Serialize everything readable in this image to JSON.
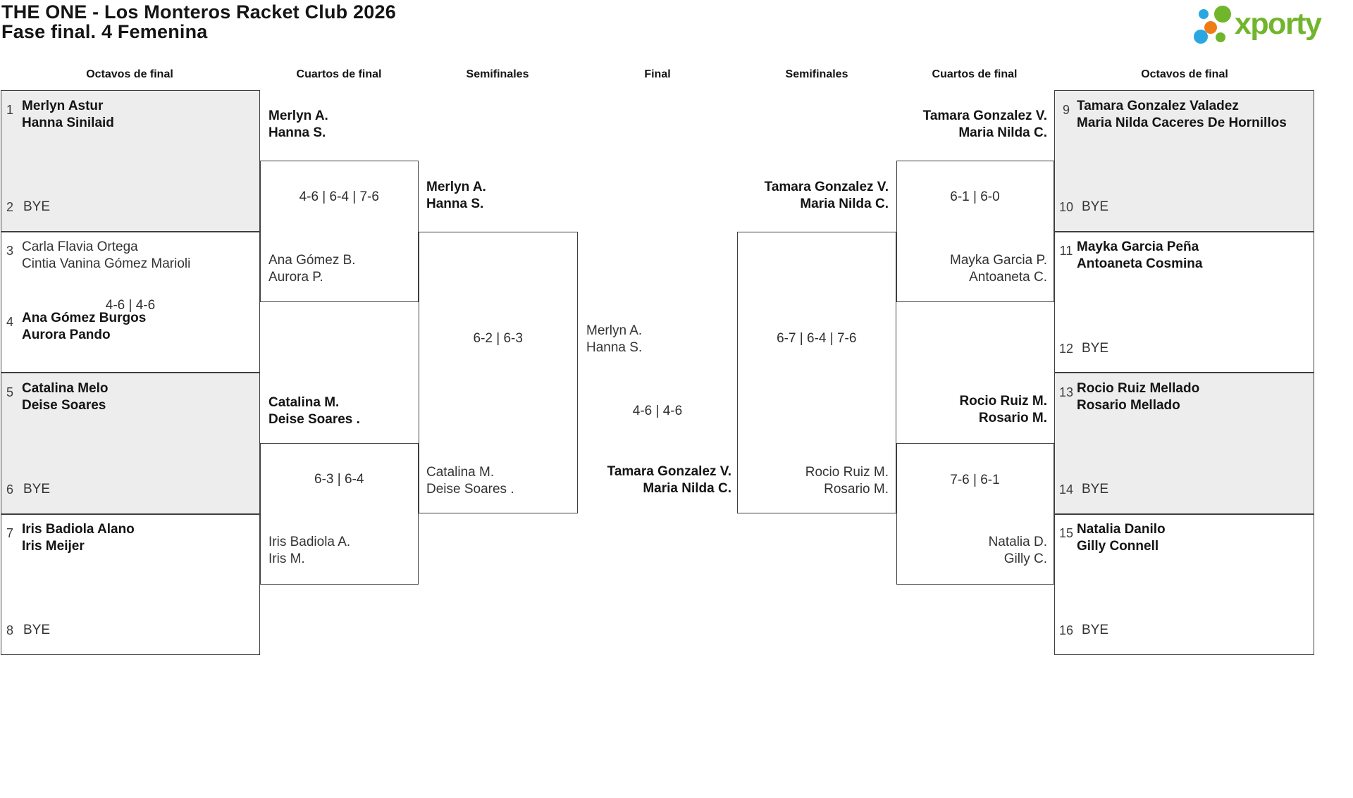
{
  "title": {
    "line1": "THE ONE - Los Monteros Racket Club 2026",
    "line2": "Fase final. 4 Femenina"
  },
  "logo": {
    "text": "xporty"
  },
  "rounds": [
    "Octavos de final",
    "Cuartos de final",
    "Semifinales",
    "Final",
    "Semifinales",
    "Cuartos de final",
    "Octavos de final"
  ],
  "octavos_left": [
    {
      "seed": "1",
      "line1": "Merlyn Astur",
      "line2": "Hanna Sinilaid"
    },
    {
      "seed": "2",
      "bye": "BYE"
    },
    {
      "seed": "3",
      "line1": "Carla Flavia Ortega",
      "line2": "Cintia Vanina Gómez Marioli"
    },
    {
      "seed": "4",
      "line1": "Ana Gómez Burgos",
      "line2": "Aurora Pando"
    },
    {
      "seed": "5",
      "line1": "Catalina Melo",
      "line2": "Deise Soares"
    },
    {
      "seed": "6",
      "bye": "BYE"
    },
    {
      "seed": "7",
      "line1": "Iris Badiola Alano",
      "line2": "Iris Meijer"
    },
    {
      "seed": "8",
      "bye": "BYE"
    }
  ],
  "octavos_right": [
    {
      "seed": "9",
      "line1": "Tamara Gonzalez Valadez",
      "line2": "Maria Nilda Caceres De Hornillos"
    },
    {
      "seed": "10",
      "bye": "BYE"
    },
    {
      "seed": "11",
      "line1": "Mayka Garcia Peña",
      "line2": "Antoaneta Cosmina"
    },
    {
      "seed": "12",
      "bye": "BYE"
    },
    {
      "seed": "13",
      "line1": "Rocio Ruiz Mellado",
      "line2": "Rosario Mellado"
    },
    {
      "seed": "14",
      "bye": "BYE"
    },
    {
      "seed": "15",
      "line1": "Natalia Danilo",
      "line2": "Gilly Connell"
    },
    {
      "seed": "16",
      "bye": "BYE"
    }
  ],
  "matches": {
    "oct_left_m2_score": "4-6 | 4-6",
    "qf_left_a": {
      "t1l1": "Merlyn A.",
      "t1l2": "Hanna S.",
      "score": "4-6 | 6-4 | 7-6",
      "t2l1": "Ana Gómez B.",
      "t2l2": "Aurora P."
    },
    "qf_left_b": {
      "t1l1": "Catalina M.",
      "t1l2": "Deise Soares .",
      "score": "6-3 | 6-4",
      "t2l1": "Iris Badiola A.",
      "t2l2": "Iris M."
    },
    "sf_left": {
      "t1l1": "Merlyn A.",
      "t1l2": "Hanna S.",
      "score": "6-2 | 6-3",
      "t2l1": "Catalina M.",
      "t2l2": "Deise Soares ."
    },
    "final": {
      "t1l1": "Merlyn A.",
      "t1l2": "Hanna S.",
      "score": "4-6 | 4-6",
      "t2l1": "Tamara Gonzalez V.",
      "t2l2": "Maria Nilda C."
    },
    "sf_right": {
      "t1l1": "Tamara Gonzalez V.",
      "t1l2": "Maria Nilda C.",
      "score": "6-7 | 6-4 | 7-6",
      "t2l1": "Rocio Ruiz M.",
      "t2l2": "Rosario M."
    },
    "qf_right_a": {
      "t1l1": "Tamara Gonzalez V.",
      "t1l2": "Maria Nilda C.",
      "score": "6-1 | 6-0",
      "t2l1": "Mayka Garcia P.",
      "t2l2": "Antoaneta C."
    },
    "qf_right_b": {
      "t1l1": "Rocio Ruiz M.",
      "t1l2": "Rosario M.",
      "score": "7-6 | 6-1",
      "t2l1": "Natalia D.",
      "t2l2": "Gilly C."
    }
  },
  "colors": {
    "brand_green": "#71b52c",
    "brand_blue": "#2aa7e0",
    "brand_orange": "#ee7d18",
    "box_gray": "#ededed",
    "border": "#3f3f3f"
  }
}
